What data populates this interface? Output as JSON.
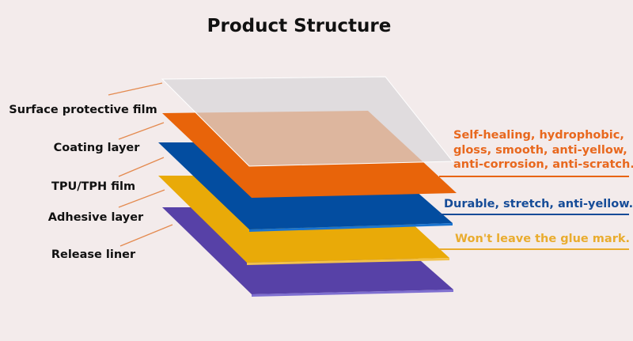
{
  "title": "Product Structure",
  "layers": [
    {
      "name": "Surface protective film",
      "color": "#d3d1d3"
    },
    {
      "name": "Coating layer",
      "color": "#e8640a"
    },
    {
      "name": "TPU/TPH film",
      "color": "#034da0"
    },
    {
      "name": "Adhesive layer",
      "color": "#e9aa08"
    },
    {
      "name": "Release liner",
      "color": "#5741a7"
    }
  ],
  "descriptions": {
    "coating": {
      "lines": [
        "Self-healing, hydrophobic,",
        "gloss, smooth, anti-yellow,",
        "anti-corrosion, anti-scratch."
      ],
      "color": "#e8681e"
    },
    "tpu": {
      "lines": [
        "Durable, stretch, anti-yellow."
      ],
      "color": "#164c98"
    },
    "adhesive": {
      "lines": [
        "Won't leave the glue mark."
      ],
      "color": "#e9ac2e"
    }
  },
  "leader_color": "#e48a4f"
}
